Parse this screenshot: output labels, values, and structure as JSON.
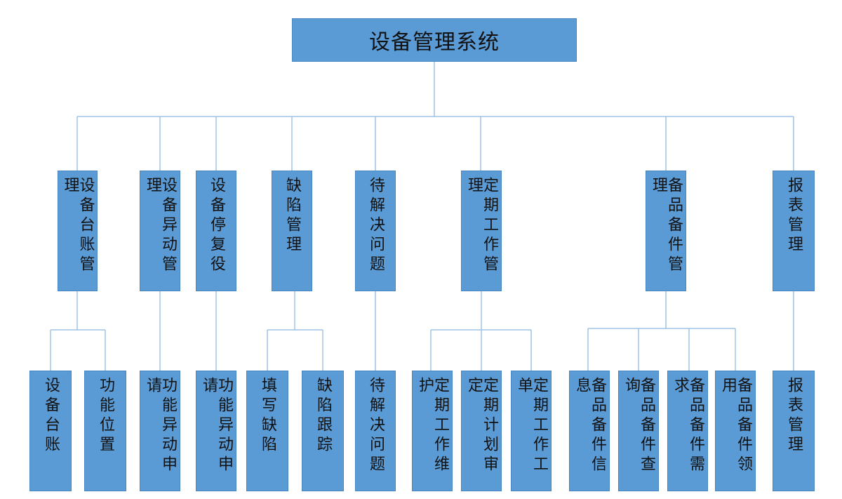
{
  "root": "设备管理系统",
  "modules": [
    {
      "label": "设备台账管理",
      "children": [
        "设备台账",
        "功能位置"
      ]
    },
    {
      "label": "设备异动管理",
      "children": [
        "功能异动申请"
      ]
    },
    {
      "label": "设备停复役",
      "children": [
        "功能异动申请"
      ]
    },
    {
      "label": "缺陷管理",
      "children": [
        "填写缺陷",
        "缺陷跟踪"
      ]
    },
    {
      "label": "待解决问题",
      "children": [
        "待解决问题"
      ]
    },
    {
      "label": "定期工作管理",
      "children": [
        "定期工作维护",
        "定期计划审定",
        "定期工作工单"
      ]
    },
    {
      "label": "备品备件管理",
      "children": [
        "备品备件信息",
        "备品备件查询",
        "备品备件需求",
        "备品备件领用"
      ]
    },
    {
      "label": "报表管理",
      "children": [
        "报表管理"
      ]
    }
  ],
  "colors": {
    "box_fill": "#5b9bd5",
    "line": "#9dc3e6",
    "text": "#111111"
  }
}
